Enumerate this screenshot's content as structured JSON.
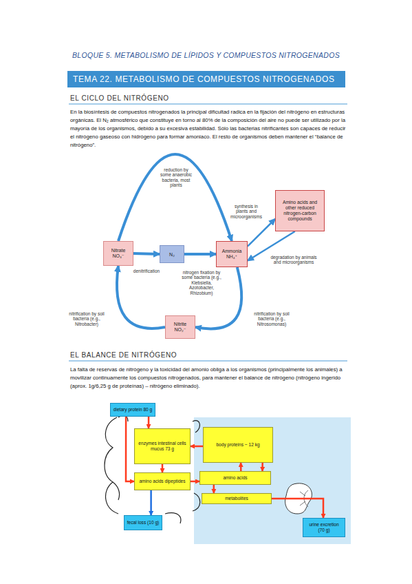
{
  "diagram": {
    "title": "BLOQUE 5. METABOLISMO DE LÍPIDOS Y COMPUESTOS NITROGENADOS",
    "nodes": [
      {
        "text": [
          "Nitrate",
          "NO₃⁻"
        ]
      },
      {
        "text": [
          "N₂"
        ]
      },
      {
        "text": [
          "Ammonia",
          "NH₄⁺"
        ]
      },
      {
        "text": [
          "Nitrite",
          "NO₂⁻"
        ]
      },
      {
        "text": [
          "Amino acids and other reduced nitrogen-carbon compounds"
        ]
      },
      {
        "text": [
          "dietary protein 80 g"
        ]
      },
      {
        "text": [
          "enzymes intestinal cells mucus 73 g"
        ]
      },
      {
        "text": [
          "amino acids dipeptides"
        ]
      },
      {
        "text": [
          "fecal loss (10 g)"
        ]
      },
      {
        "text": [
          "body proteins ~ 12 kg"
        ]
      },
      {
        "text": [
          "amino acids"
        ]
      },
      {
        "text": [
          "metabolites"
        ]
      },
      {
        "text": [
          "urine excretion (70 g)"
        ]
      }
    ],
    "edges": [
      {
        "from": 0,
        "to": 1,
        "label": "denitrification",
        "arrow": "to"
      },
      {
        "from": 1,
        "to": 2,
        "label": "nitrogen fixation by some bacteria (e.g., Klebsiella, Azotobacter, Rhizobium)",
        "arrow": "to"
      },
      {
        "from": 2,
        "to": 3,
        "label": "nitrification by soil bacteria (e.g., Nitrosomonas)",
        "arrow": "to"
      },
      {
        "from": 3,
        "to": 0,
        "label": "nitrification by soil bacteria (e.g., Nitrobacter)",
        "arrow": "to"
      },
      {
        "from": 0,
        "to": 2,
        "label": "reduction by some anaerobic bacteria, most plants",
        "arrow": "to"
      },
      {
        "from": 2,
        "to": 4,
        "label": "synthesis in plants and microorganisms",
        "arrow": "to"
      },
      {
        "from": 4,
        "to": 2,
        "label": "degradation by animals and microorganisms",
        "arrow": "to"
      },
      {
        "from": 5,
        "to": 7,
        "arrow": "to"
      },
      {
        "from": 5,
        "to": 6,
        "arrow": "to"
      },
      {
        "from": 6,
        "to": 7,
        "arrow": "to"
      },
      {
        "from": 9,
        "to": 6,
        "arrow": "to"
      },
      {
        "from": 7,
        "to": 10,
        "arrow": "to"
      },
      {
        "from": 10,
        "to": 9,
        "arrow": "to"
      },
      {
        "from": 9,
        "to": 10,
        "arrow": "to"
      },
      {
        "from": 10,
        "to": 11,
        "arrow": "to"
      },
      {
        "from": 11,
        "to": 12,
        "arrow": "to"
      },
      {
        "from": 7,
        "to": 8,
        "arrow": "to"
      }
    ],
    "labels": [
      "TEMA 22. METABOLISMO DE COMPUESTOS NITROGENADOS",
      "EL CICLO DEL NITRÓGENO",
      "En la biosíntesis de compuestos nitrogenados la principal dificultad radica en la fijación del nitrógeno en estructuras orgánicas. El N₂ atmosférico que constituye en torno al 80% de la composición del aire no puede ser utilizado por la mayoría de los organismos, debido a su excesiva estabilidad. Sólo las bacterias nitrificantes son capaces de reducir el nitrógeno gaseoso con hidrógeno para formar amoniaco. El resto de organismos deben mantener el “balance de nitrógeno”.",
      "EL BALANCE DE NITRÓGENO",
      "La falta de reservas de nitrógeno y la toxicidad del amonio obliga a los organismos (principalmente los animales) a movilizar continuamente los compuestos nitrogenados, para mantener el balance de nitrógeno (nitrógeno ingerido (aprox. 1g/6,25 g de proteínas) – nitrógeno eliminado)."
    ]
  }
}
